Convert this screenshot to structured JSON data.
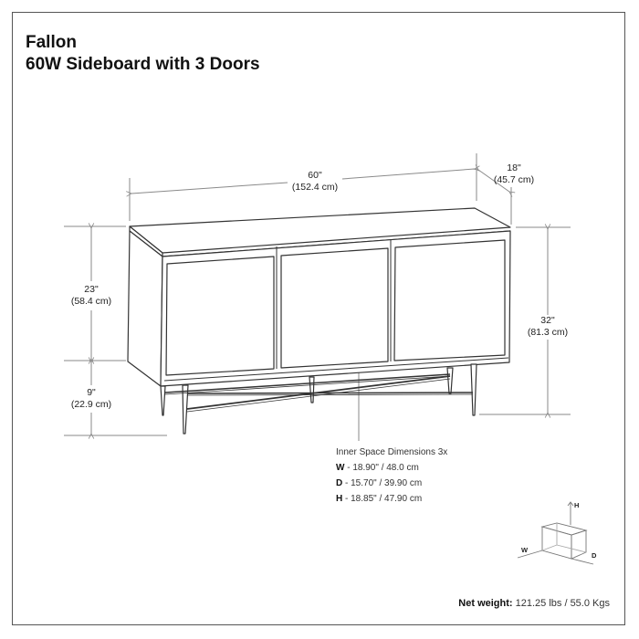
{
  "header": {
    "brand": "Fallon",
    "product": "60W Sideboard with 3 Doors"
  },
  "dimensions": {
    "width": {
      "imperial": "60\"",
      "metric": "(152.4 cm)"
    },
    "depth": {
      "imperial": "18\"",
      "metric": "(45.7 cm)"
    },
    "height_total": {
      "imperial": "32\"",
      "metric": "(81.3 cm)"
    },
    "height_body": {
      "imperial": "23\"",
      "metric": "(58.4 cm)"
    },
    "height_legs": {
      "imperial": "9\"",
      "metric": "(22.9 cm)"
    }
  },
  "inner_space": {
    "heading": "Inner Space Dimensions 3x",
    "rows": [
      {
        "key": "W",
        "value": " - 18.90\" / 48.0 cm"
      },
      {
        "key": "D",
        "value": " - 15.70\" / 39.90 cm"
      },
      {
        "key": "H",
        "value": " - 18.85\" / 47.90 cm"
      }
    ]
  },
  "axis_legend": {
    "h": "H",
    "w": "W",
    "d": "D"
  },
  "footer": {
    "weight_label": "Net weight:",
    "weight_value": " 121.25 lbs / 55.0 Kgs"
  },
  "colors": {
    "line": "#333333",
    "dimension_line": "#8a8a8a",
    "frame": "#555555"
  }
}
